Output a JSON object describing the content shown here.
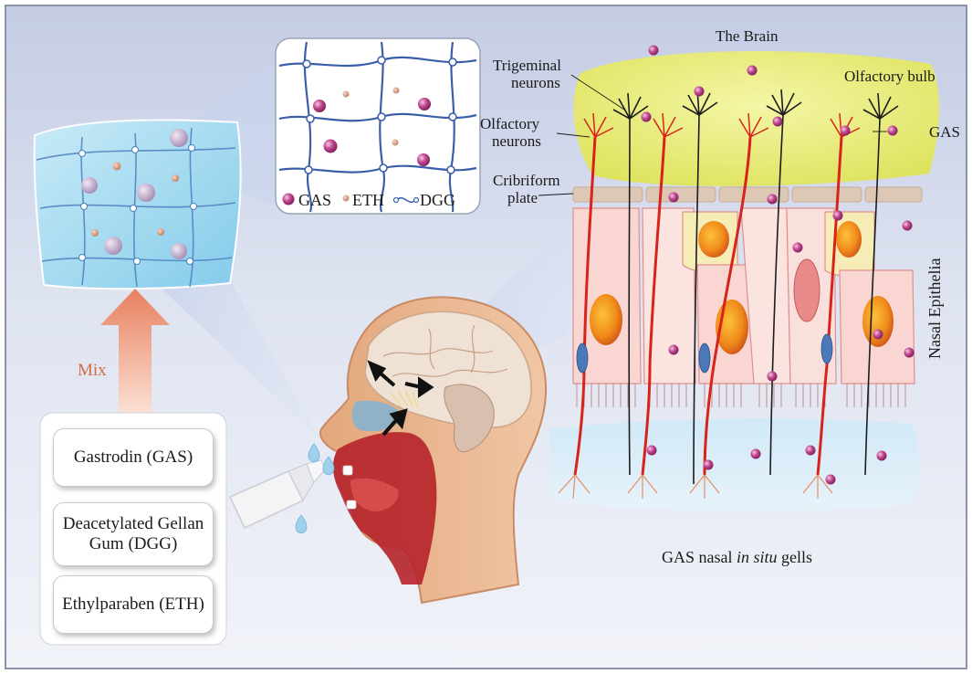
{
  "ingredients": {
    "gas": "Gastrodin (GAS)",
    "dgg": "Deacetylated Gellan Gum (DGG)",
    "eth": "Ethylparaben (ETH)"
  },
  "mix_label": "Mix",
  "legend": {
    "gas": "GAS",
    "eth": "ETH",
    "dgg": "DGG"
  },
  "labels": {
    "brain": "The Brain",
    "olfactory_bulb": "Olfactory bulb",
    "trigeminal_line1": "Trigeminal",
    "trigeminal_line2": "neurons",
    "olfactory_line1": "Olfactory",
    "olfactory_line2": "neurons",
    "cribriform_line1": "Cribriform",
    "cribriform_line2": "plate",
    "gas_particle": "GAS",
    "nasal_epithelia": "Nasal Epithelia",
    "gel_caption_prefix": "GAS nasal ",
    "gel_caption_italic": "in situ",
    "gel_caption_suffix": " gells"
  },
  "colors": {
    "background_top": "#cbd3e8",
    "background_bottom": "#eef1f8",
    "gas_particle": "#b83c86",
    "eth_particle": "#c88a72",
    "dgg_network": "#3a5fa8",
    "olfactory_neuron": "#d8231b",
    "bulb": "#e6ea6c",
    "mix_arrow": "#e89576"
  }
}
